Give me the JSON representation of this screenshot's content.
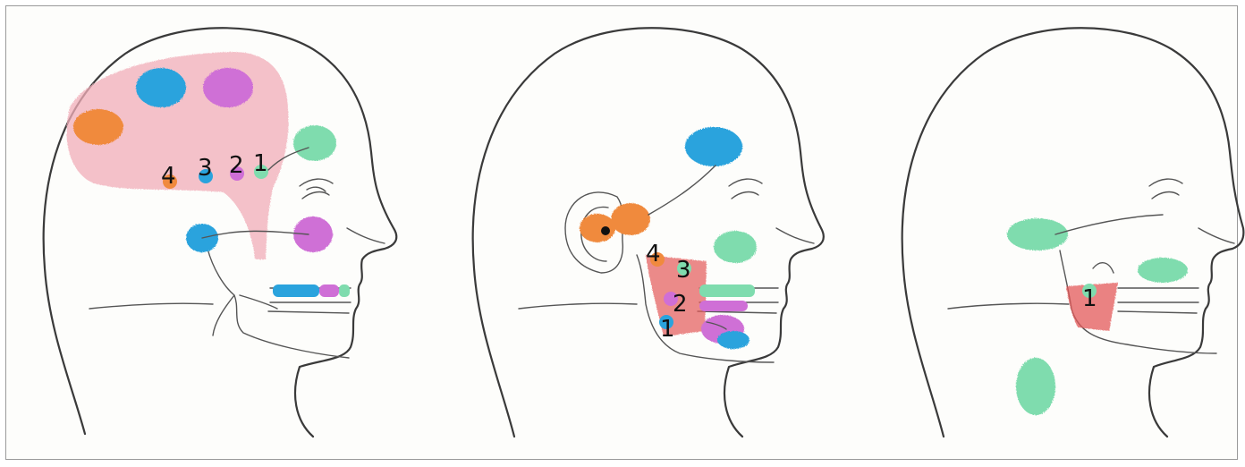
{
  "colors": {
    "pink": "#f2aeb9",
    "blue": "#2aa3dd",
    "purple": "#cf6fd6",
    "orange": "#f08a3e",
    "green": "#7fdcae",
    "red": "#e45a5a"
  },
  "panels": [
    {
      "labels": [
        "4",
        "3",
        "2",
        "1"
      ]
    },
    {
      "labels": [
        "4",
        "3",
        "2",
        "1"
      ]
    },
    {
      "labels": [
        "1"
      ]
    }
  ]
}
